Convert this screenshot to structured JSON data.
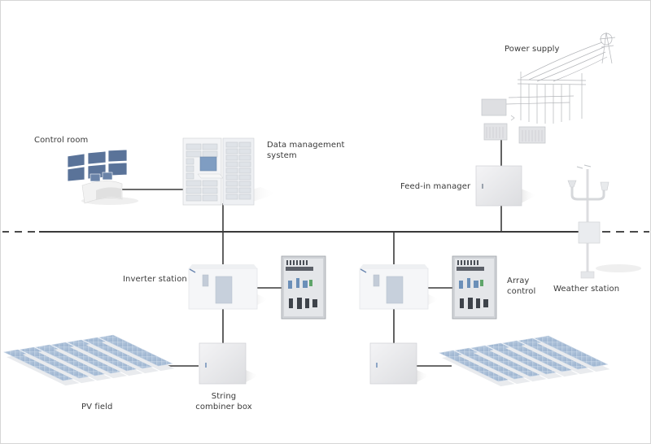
{
  "diagram": {
    "title": "Solar power plant monitoring and control architecture",
    "colors": {
      "background": "#ffffff",
      "bus_line": "#3a3a3a",
      "panel_blue": "#a9bfd9",
      "screen_blue": "#5a7399",
      "cabinet": "#ececee",
      "label_text": "#3a3a3a"
    },
    "labels": {
      "control_room": "Control room",
      "data_management_line1": "Data management",
      "data_management_line2": "system",
      "power_supply": "Power supply",
      "feed_in_manager": "Feed-in manager",
      "inverter_station": "Inverter station",
      "array_control_line1": "Array",
      "array_control_line2": "control",
      "weather_station": "Weather station",
      "pv_field": "PV field",
      "string_combiner_line1": "String",
      "string_combiner_line2": "combiner box"
    },
    "components": [
      {
        "id": "control-room",
        "icon": "control-room-desk-icon"
      },
      {
        "id": "data-management-system",
        "icon": "server-rack-icon"
      },
      {
        "id": "power-supply",
        "icon": "substation-icon"
      },
      {
        "id": "feed-in-manager",
        "icon": "cabinet-icon"
      },
      {
        "id": "weather-station",
        "icon": "weather-mast-icon"
      },
      {
        "id": "inverter-station-1",
        "icon": "inverter-container-icon"
      },
      {
        "id": "array-control-1",
        "icon": "control-panel-icon"
      },
      {
        "id": "string-combiner-box-1",
        "icon": "combiner-box-icon"
      },
      {
        "id": "pv-field-1",
        "icon": "solar-array-icon"
      },
      {
        "id": "inverter-station-2",
        "icon": "inverter-container-icon"
      },
      {
        "id": "array-control-2",
        "icon": "control-panel-icon"
      },
      {
        "id": "string-combiner-box-2",
        "icon": "combiner-box-icon"
      },
      {
        "id": "pv-field-2",
        "icon": "solar-array-icon"
      }
    ]
  }
}
